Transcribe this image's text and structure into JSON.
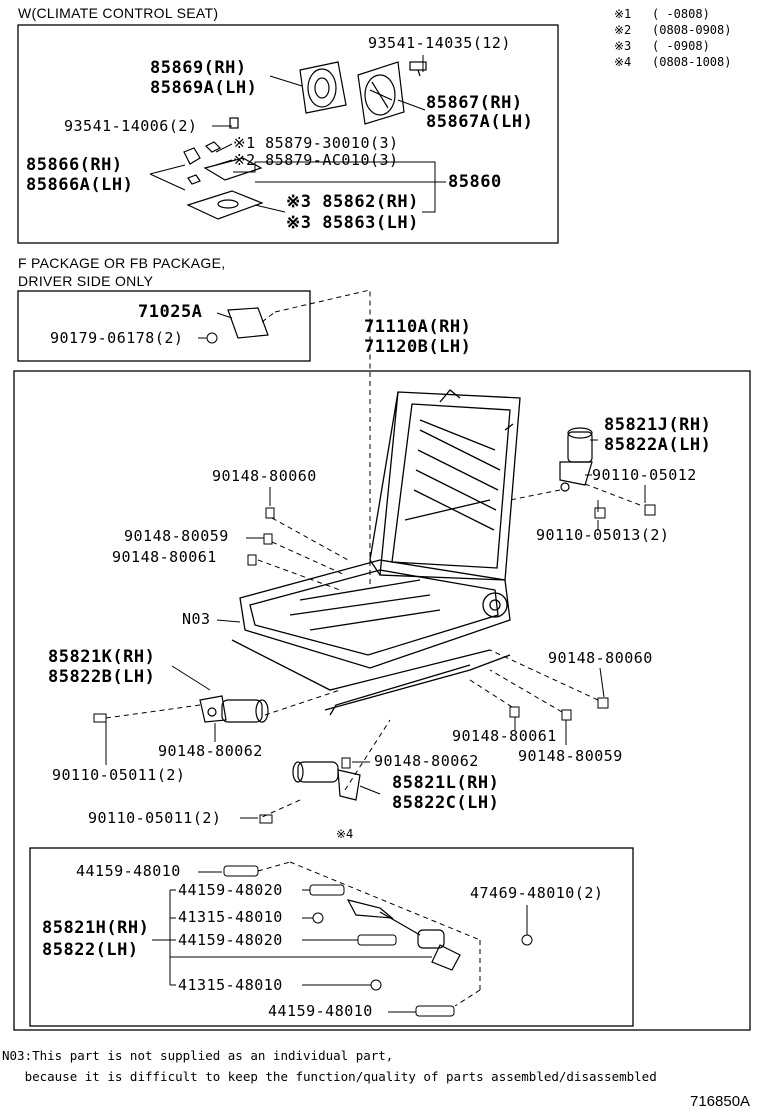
{
  "diagram_code": "716850A",
  "legend": [
    {
      "mark": "※1",
      "range": "(      -0808)"
    },
    {
      "mark": "※2",
      "range": "(0808-0908)"
    },
    {
      "mark": "※3",
      "range": "(      -0908)"
    },
    {
      "mark": "※4",
      "range": "(0808-1008)"
    }
  ],
  "sections": {
    "climate_title": "W(CLIMATE CONTROL SEAT)",
    "fpackage_line1": "F PACKAGE OR FB PACKAGE,",
    "fpackage_line2": "DRIVER SIDE ONLY",
    "mark4": "※4"
  },
  "climate": {
    "p93541_14035": "93541-14035(12)",
    "p85869_rh": "85869(RH)",
    "p85869a_lh": "85869A(LH)",
    "p85867_rh": "85867(RH)",
    "p85867a_lh": "85867A(LH)",
    "p93541_14006": "93541-14006(2)",
    "p85879_30010": "※1 85879-30010(3)",
    "p85879_ac010": "※2 85879-AC010(3)",
    "p85866_rh": "85866(RH)",
    "p85866a_lh": "85866A(LH)",
    "p85860": "85860",
    "p85862_rh": "※3 85862(RH)",
    "p85863_lh": "※3 85863(LH)"
  },
  "fpackage": {
    "p71025a": "71025A",
    "p90179": "90179-06178(2)"
  },
  "main": {
    "p71110a_rh": "71110A(RH)",
    "p71120b_lh": "71120B(LH)",
    "p85821j_rh": "85821J(RH)",
    "p85822a_lh": "85822A(LH)",
    "p90110_05012": "90110-05012",
    "p90110_05013": "90110-05013(2)",
    "p90148_80060_a": "90148-80060",
    "p90148_80059_a": "90148-80059",
    "p90148_80061_a": "90148-80061",
    "n03": "N03",
    "p85821k_rh": "85821K(RH)",
    "p85822b_lh": "85822B(LH)",
    "p90148_80060_b": "90148-80060",
    "p90148_80062_a": "90148-80062",
    "p90110_05011_a": "90110-05011(2)",
    "p90148_80061_b": "90148-80061",
    "p90148_80059_b": "90148-80059",
    "p90148_80062_b": "90148-80062",
    "p85821l_rh": "85821L(RH)",
    "p85822c_lh": "85822C(LH)",
    "p90110_05011_b": "90110-05011(2)"
  },
  "lower": {
    "p44159_48010_a": "44159-48010",
    "p44159_48020_a": "44159-48020",
    "p41315_48010_a": "41315-48010",
    "p85821h_rh": "85821H(RH)",
    "p85822_lh": "85822(LH)",
    "p44159_48020_b": "44159-48020",
    "p41315_48010_b": "41315-48010",
    "p44159_48010_b": "44159-48010",
    "p47469_48010": "47469-48010(2)"
  },
  "footnote": {
    "line1": "N03:This part is not supplied as an individual part,",
    "line2": "   because it is difficult to keep the function/quality of parts assembled/disassembled"
  }
}
